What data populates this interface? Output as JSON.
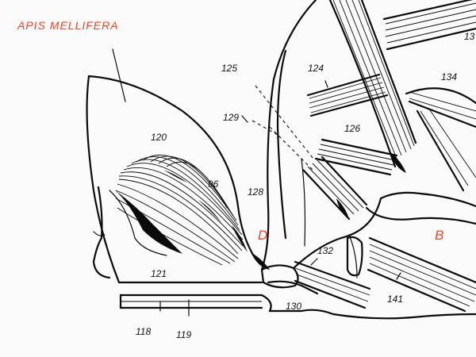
{
  "title": "APIS MELLIFERA",
  "region_labels": {
    "d": "D",
    "b": "B"
  },
  "labels": {
    "l125": "125",
    "l124": "124",
    "l134": "134",
    "l13x": "13",
    "l129": "129",
    "l126": "126",
    "l120": "120",
    "l96": "96",
    "l128": "128",
    "l132": "132",
    "l121": "121",
    "l141": "141",
    "l130": "130",
    "l118": "118",
    "l119": "119"
  },
  "colors": {
    "ink": "#0b0b0b",
    "accent": "#e8452c",
    "paper": "#fbfbfb"
  }
}
